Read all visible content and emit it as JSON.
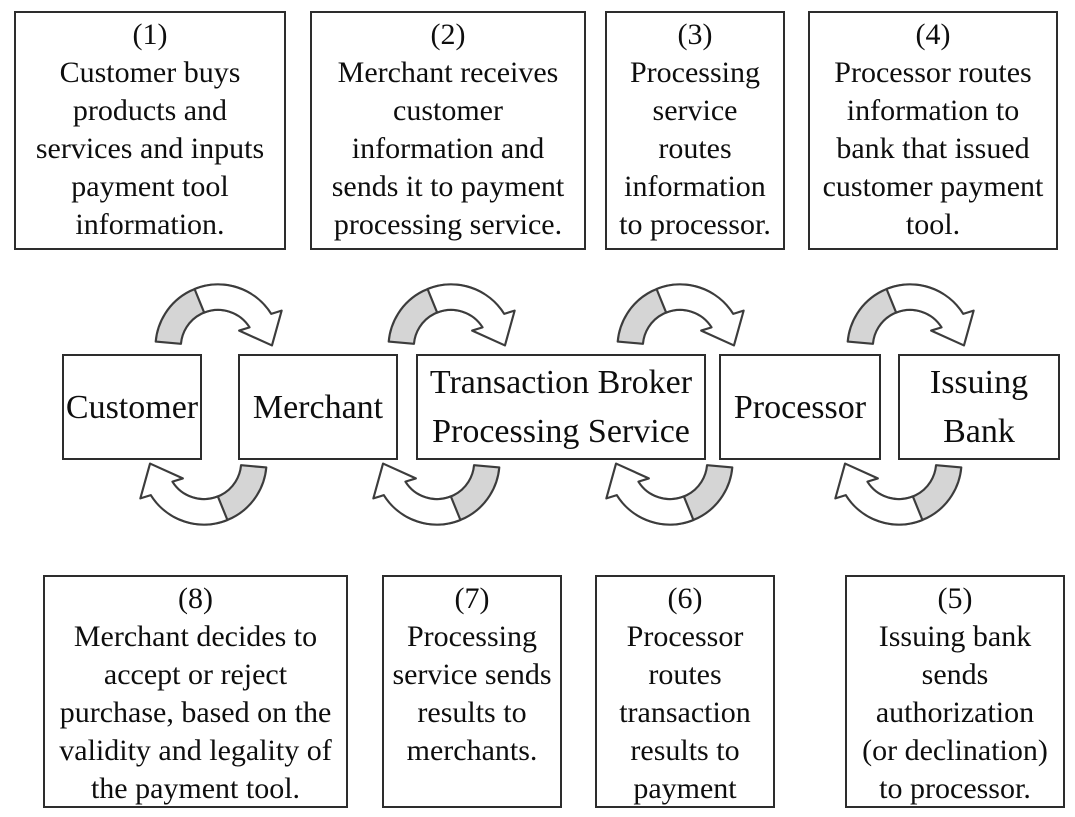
{
  "colors": {
    "background": "#ffffff",
    "box_border": "#2d2d2d",
    "text": "#0e0e0e",
    "arrow_gray": "#d5d5d5",
    "arrow_white": "#ffffff",
    "arrow_outline": "#3c3c3c"
  },
  "top_steps": [
    {
      "label": "(1)",
      "text": "Customer buys\nproducts and\nservices and inputs\npayment tool\ninformation."
    },
    {
      "label": "(2)",
      "text": "Merchant receives\ncustomer\ninformation and\nsends it to payment\nprocessing service."
    },
    {
      "label": "(3)",
      "text": "Processing\nservice\nroutes\ninformation\nto processor."
    },
    {
      "label": "(4)",
      "text": "Processor routes\ninformation to\nbank that issued\ncustomer payment\ntool."
    }
  ],
  "entities": [
    {
      "name": "Customer"
    },
    {
      "name": "Merchant"
    },
    {
      "name": "Transaction Broker\nProcessing Service"
    },
    {
      "name": "Processor"
    },
    {
      "name": "Issuing\nBank"
    }
  ],
  "bottom_steps": [
    {
      "label": "(8)",
      "text": "Merchant decides to\naccept or reject\npurchase, based on the\nvalidity and legality of\nthe payment tool."
    },
    {
      "label": "(7)",
      "text": "Processing\nservice sends\nresults to\nmerchants."
    },
    {
      "label": "(6)",
      "text": "Processor\nroutes\ntransaction\nresults to\npayment"
    },
    {
      "label": "(5)",
      "text": "Issuing bank\nsends\nauthorization\n(or declination)\nto processor."
    }
  ],
  "icons": {
    "forward_arrow": "curved-arrow-down-right",
    "return_arrow": "curved-arrow-up-left"
  }
}
